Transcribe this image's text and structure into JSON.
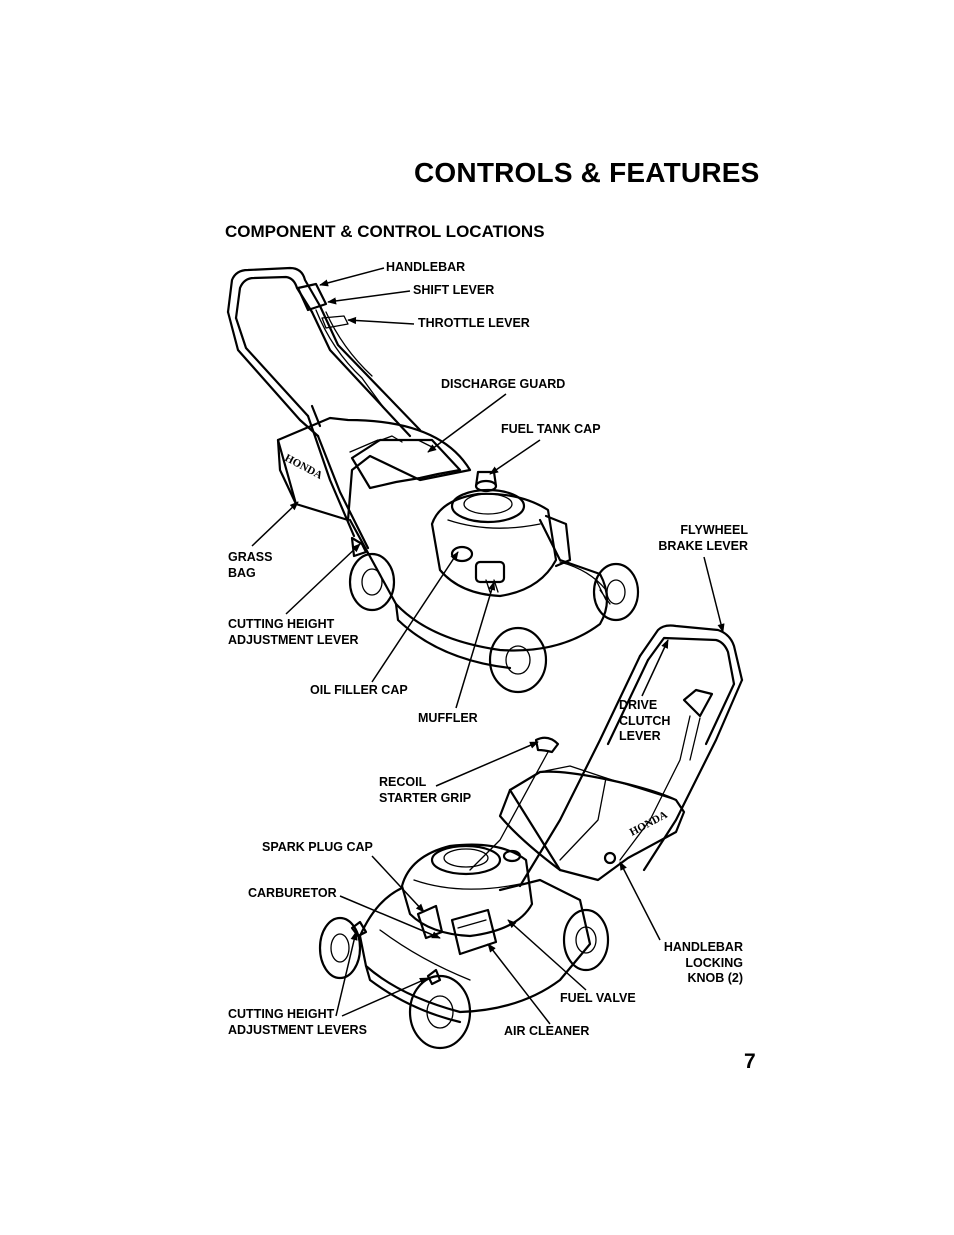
{
  "page": {
    "title": "CONTROLS & FEATURES",
    "subtitle": "COMPONENT & CONTROL LOCATIONS",
    "page_number": "7"
  },
  "brand_text": "HONDA",
  "labels": {
    "handlebar": [
      "HANDLEBAR"
    ],
    "shift_lever": [
      "SHIFT LEVER"
    ],
    "throttle_lever": [
      "THROTTLE LEVER"
    ],
    "discharge_guard": [
      "DISCHARGE GUARD"
    ],
    "fuel_tank_cap": [
      "FUEL TANK CAP"
    ],
    "flywheel_brake_lever": [
      "FLYWHEEL",
      "BRAKE LEVER"
    ],
    "grass_bag": [
      "GRASS",
      "BAG"
    ],
    "cutting_height_lever": [
      "CUTTING HEIGHT",
      "ADJUSTMENT LEVER"
    ],
    "oil_filler_cap": [
      "OIL FILLER CAP"
    ],
    "muffler": [
      "MUFFLER"
    ],
    "drive_clutch_lever": [
      "DRIVE",
      "CLUTCH",
      "LEVER"
    ],
    "recoil_starter_grip": [
      "RECOIL",
      "STARTER GRIP"
    ],
    "spark_plug_cap": [
      "SPARK PLUG CAP"
    ],
    "carburetor": [
      "CARBURETOR"
    ],
    "handlebar_locking_knob": [
      "HANDLEBAR",
      "LOCKING",
      "KNOB (2)"
    ],
    "fuel_valve": [
      "FUEL VALVE"
    ],
    "cutting_height_levers": [
      "CUTTING HEIGHT",
      "ADJUSTMENT LEVERS"
    ],
    "air_cleaner": [
      "AIR CLEANER"
    ]
  }
}
